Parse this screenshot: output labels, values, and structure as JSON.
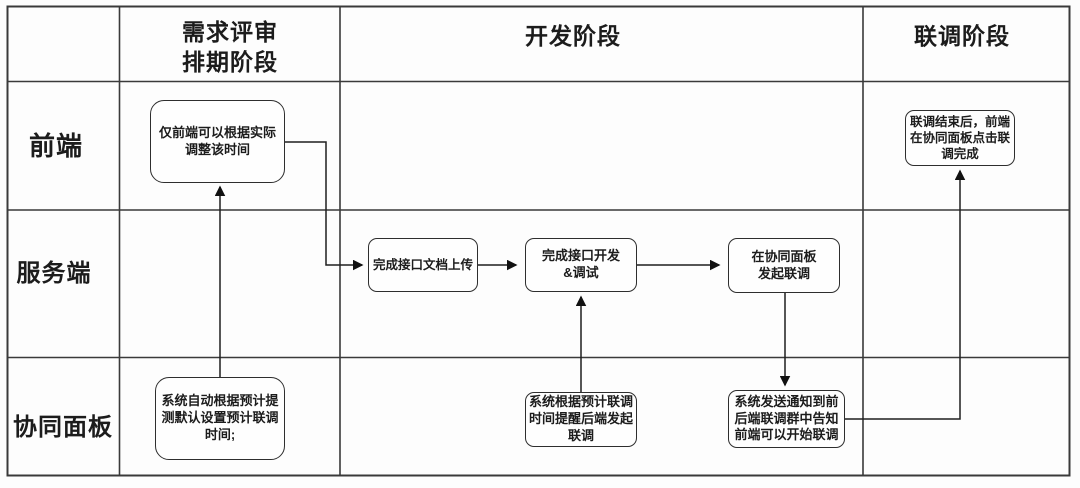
{
  "colors": {
    "background": "#fdfdfd",
    "grid_line": "#3a3a3a",
    "connector_line": "#1f1f1f",
    "node_border": "#2e2e2e",
    "text": "#1c1c1c"
  },
  "swimlane": {
    "phase_headers": [
      {
        "label": "需求评审\n排期阶段"
      },
      {
        "label": "开发阶段"
      },
      {
        "label": "联调阶段"
      }
    ],
    "lane_labels": [
      {
        "label": "前端"
      },
      {
        "label": "服务端"
      },
      {
        "label": "协同面板"
      }
    ],
    "nodes": [
      {
        "id": "fe-adjust",
        "lane": "前端",
        "phase": "需求评审排期阶段",
        "text": "仅前端可以根据实际\n调整该时间"
      },
      {
        "id": "fe-complete",
        "lane": "前端",
        "phase": "联调阶段",
        "text": "联调结束后，前端\n在协同面板点击联\n调完成"
      },
      {
        "id": "sv-upload",
        "lane": "服务端",
        "phase": "开发阶段",
        "text": "完成接口文档上传"
      },
      {
        "id": "sv-dev",
        "lane": "服务端",
        "phase": "开发阶段",
        "text": "完成接口开发\n&调试"
      },
      {
        "id": "sv-initiate",
        "lane": "服务端",
        "phase": "开发阶段",
        "text": "在协同面板\n发起联调"
      },
      {
        "id": "panel-auto",
        "lane": "协同面板",
        "phase": "需求评审排期阶段",
        "text": "系统自动根据预计提\n测默认设置预计联调\n时间;"
      },
      {
        "id": "panel-remind",
        "lane": "协同面板",
        "phase": "开发阶段",
        "text": "系统根据预计联调\n时间提醒后端发起\n联调"
      },
      {
        "id": "panel-notify",
        "lane": "协同面板",
        "phase": "开发阶段",
        "text": "系统发送通知到前\n后端联调群中告知\n前端可以开始联调"
      }
    ]
  }
}
